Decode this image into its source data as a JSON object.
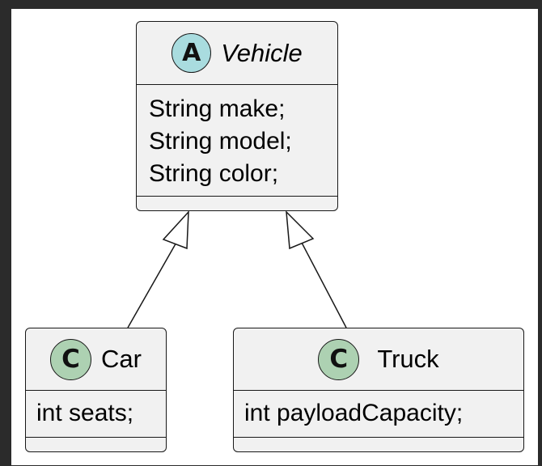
{
  "diagram": {
    "type": "uml-class-diagram",
    "colors": {
      "frame": "#2b2b2b",
      "background": "#ffffff",
      "class_fill": "#f1f1f1",
      "border": "#181818",
      "abstract_badge": "#a9dcdf",
      "class_badge": "#add1b2"
    },
    "classes": {
      "vehicle": {
        "badge": "A",
        "badge_icon": "abstract-class-icon",
        "name": "Vehicle",
        "abstract": true,
        "attributes": [
          "String make;",
          "String model;",
          "String color;"
        ]
      },
      "car": {
        "badge": "C",
        "badge_icon": "class-icon",
        "name": "Car",
        "abstract": false,
        "attributes": [
          "int seats;"
        ]
      },
      "truck": {
        "badge": "C",
        "badge_icon": "class-icon",
        "name": "Truck",
        "abstract": false,
        "attributes": [
          "int payloadCapacity;"
        ]
      }
    },
    "relations": [
      {
        "kind": "inheritance",
        "from": "Car",
        "to": "Vehicle"
      },
      {
        "kind": "inheritance",
        "from": "Truck",
        "to": "Vehicle"
      }
    ]
  }
}
